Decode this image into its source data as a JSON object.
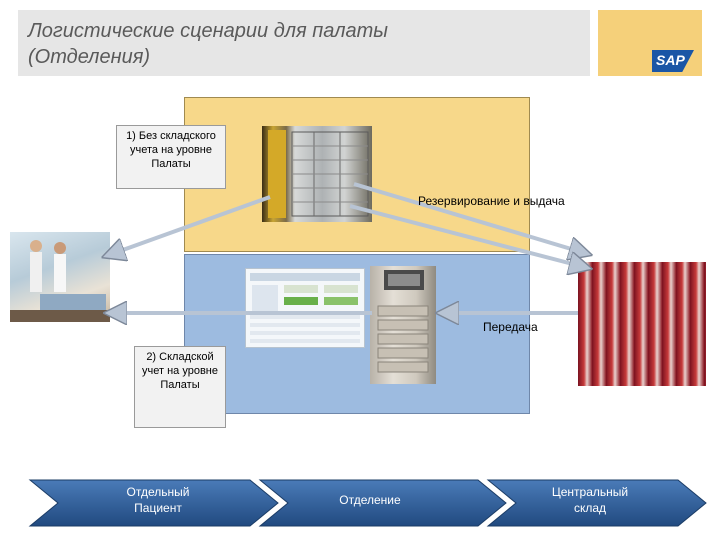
{
  "title": "Логистические сценарии для палаты\n(Отделения)",
  "logo": "SAP",
  "notes": {
    "scenario1": "1) Без складского учета на уровне Палаты",
    "scenario2": "2) Складской учет на уровне Палаты"
  },
  "arrow_labels": {
    "reserve": "Резервирование и выдача",
    "transfer": "Передача"
  },
  "process_steps": [
    {
      "label": "Отдельный\nПациент"
    },
    {
      "label": "Отделение"
    },
    {
      "label": "Центральный\nсклад"
    }
  ],
  "colors": {
    "top_zone": "#f7d88a",
    "bottom_zone": "#9dbbe0",
    "step_fill": "#2f5f9b",
    "arrow": "#b8c4d4"
  },
  "images": [
    "patient-photo",
    "storage-cabinet-photo",
    "software-screen-photo",
    "dispensing-kiosk-photo",
    "warehouse-shelves-photo"
  ]
}
